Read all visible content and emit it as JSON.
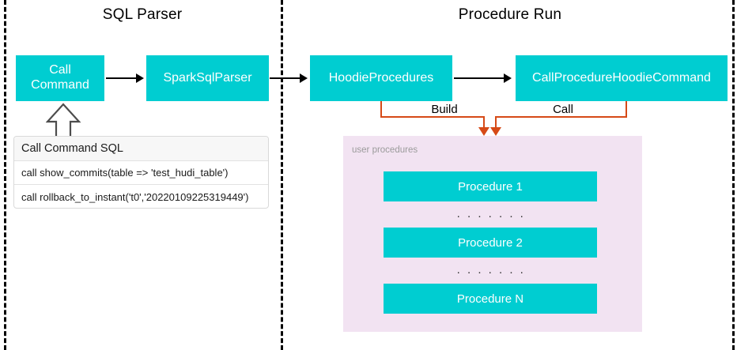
{
  "diagram": {
    "title_left": "SQL Parser",
    "title_right": "Procedure Run",
    "accent_teal": "#00CDD1",
    "accent_orange": "#D64A17",
    "panel_lavender": "#F2E3F2"
  },
  "nodes": {
    "call_command": "Call\nCommand",
    "spark_sql_parser": "SparkSqlParser",
    "hoodie_procedures": "HoodieProcedures",
    "call_procedure_hoodie_command": "CallProcedureHoodieCommand"
  },
  "edges": {
    "build_label": "Build",
    "call_label": "Call"
  },
  "sql_table": {
    "header": "Call Command SQL",
    "rows": [
      "call show_commits(table => 'test_hudi_table')",
      "call rollback_to_instant('t0','20220109225319449')"
    ]
  },
  "user_procedures": {
    "label": "user procedures",
    "items": [
      {
        "type": "box",
        "label": "Procedure 1"
      },
      {
        "type": "dots",
        "label": ". . . . . . ."
      },
      {
        "type": "box",
        "label": "Procedure 2"
      },
      {
        "type": "dots",
        "label": ". . . . . . ."
      },
      {
        "type": "box",
        "label": "Procedure N"
      }
    ]
  }
}
